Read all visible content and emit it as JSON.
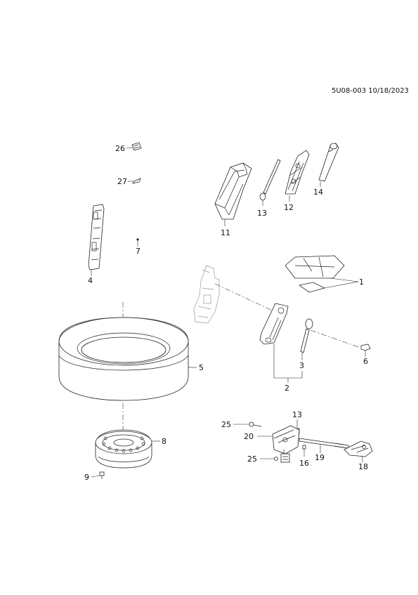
{
  "doc_id": "5U08-003 10/18/2023",
  "callouts": [
    "1",
    "2",
    "3",
    "4",
    "5",
    "6",
    "7",
    "8",
    "9",
    "11",
    "12",
    "13",
    "14",
    "16",
    "18",
    "19",
    "20",
    "25",
    "26",
    "27"
  ],
  "labels": {
    "l1": "1",
    "l2": "2",
    "l3": "3",
    "l4": "4",
    "l5": "5",
    "l6": "6",
    "l7": "7",
    "l8": "8",
    "l9": "9",
    "l11": "11",
    "l12": "12",
    "l13a": "13",
    "l13b": "13",
    "l14": "14",
    "l16": "16",
    "l18": "18",
    "l19": "19",
    "l20": "20",
    "l25a": "25",
    "l25b": "25",
    "l26": "26",
    "l27": "27"
  }
}
